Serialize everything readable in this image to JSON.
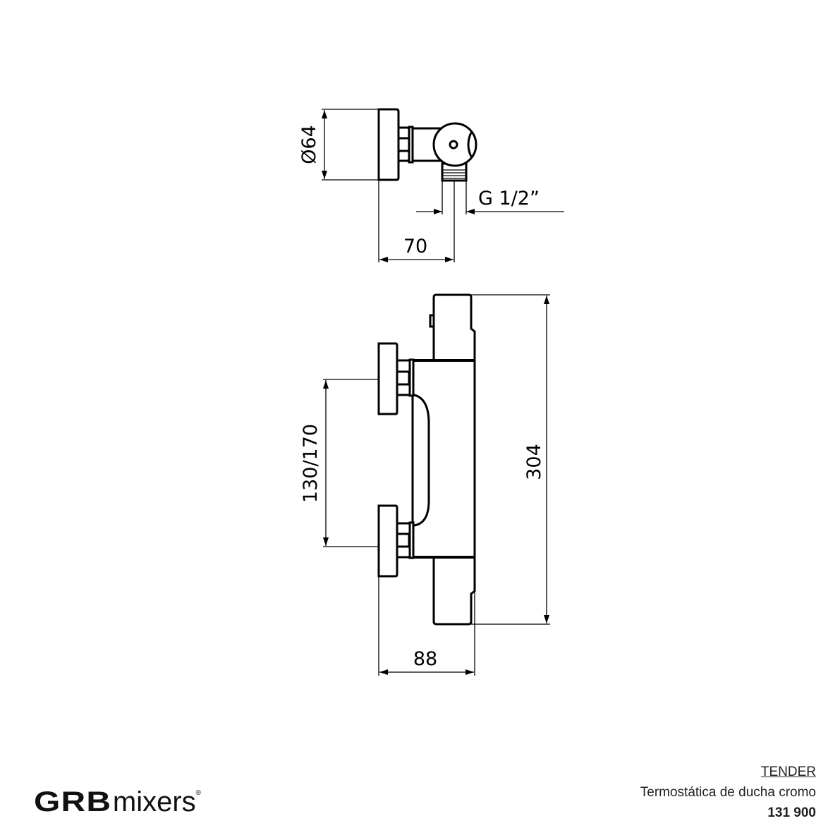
{
  "dimensions": {
    "diameter": "Ø64",
    "thread": "G 1/2”",
    "depth_top": "70",
    "inlet_spacing": "130/170",
    "height": "304",
    "depth_front": "88"
  },
  "brand": {
    "bold": "GRB",
    "light": "mixers",
    "mark": "®"
  },
  "product": {
    "name": "TENDER",
    "description": "Termostática de ducha cromo",
    "code": "131 900"
  }
}
